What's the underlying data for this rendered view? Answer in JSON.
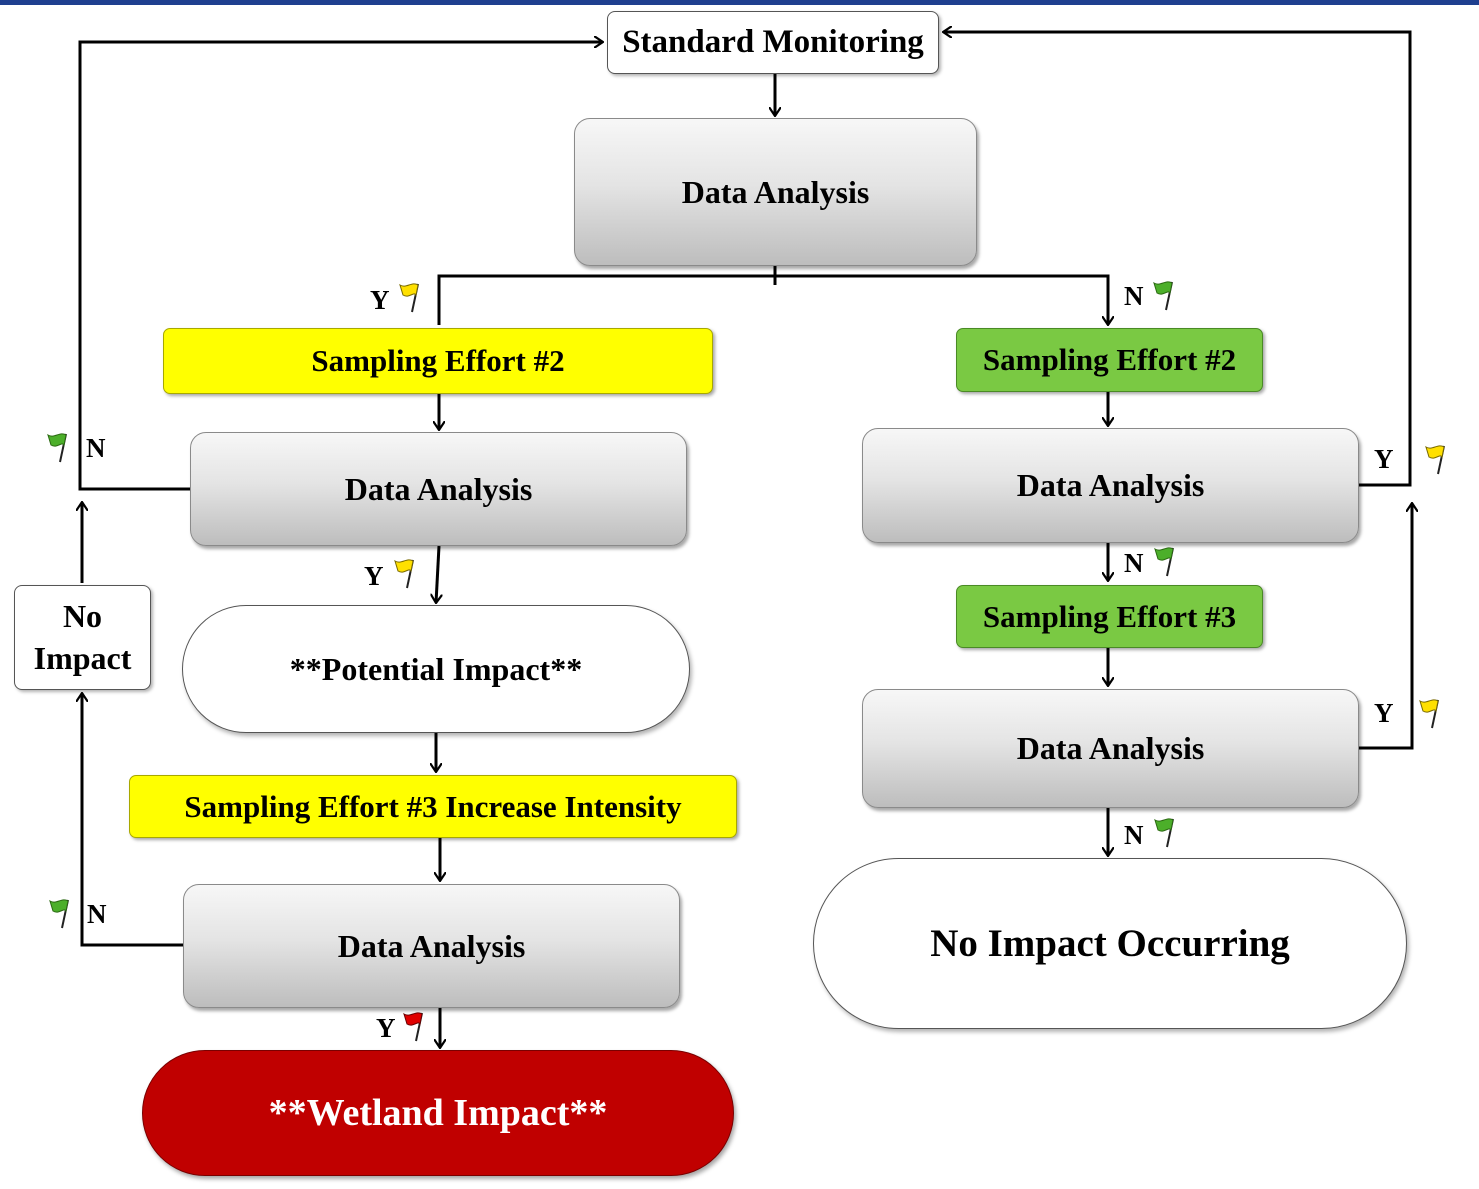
{
  "nodes": {
    "standard_monitoring": "Standard Monitoring",
    "data_analysis_top": "Data Analysis",
    "sampling_effort_2_yellow": "Sampling Effort #2",
    "data_analysis_left_1": "Data Analysis",
    "potential_impact": "**Potential Impact**",
    "sampling_effort_3_increase": "Sampling Effort #3 Increase Intensity",
    "data_analysis_left_2": "Data Analysis",
    "wetland_impact": "**Wetland Impact**",
    "no_impact_line1": "No",
    "no_impact_line2": "Impact",
    "sampling_effort_2_green": "Sampling Effort #2",
    "data_analysis_right_1": "Data Analysis",
    "sampling_effort_3_green": "Sampling Effort #3",
    "data_analysis_right_2": "Data Analysis",
    "no_impact_occurring": "No Impact Occurring"
  },
  "edge_labels": {
    "yes": "Y",
    "no": "N"
  },
  "flag_icons": {
    "yellow_flag": "yellow-flag-icon",
    "green_flag": "green-flag-icon",
    "red_flag": "red-flag-icon"
  },
  "colors": {
    "yellow": "#ffff00",
    "green": "#7ac943",
    "red": "#c00000",
    "top_bar": "#1f3f8f"
  }
}
